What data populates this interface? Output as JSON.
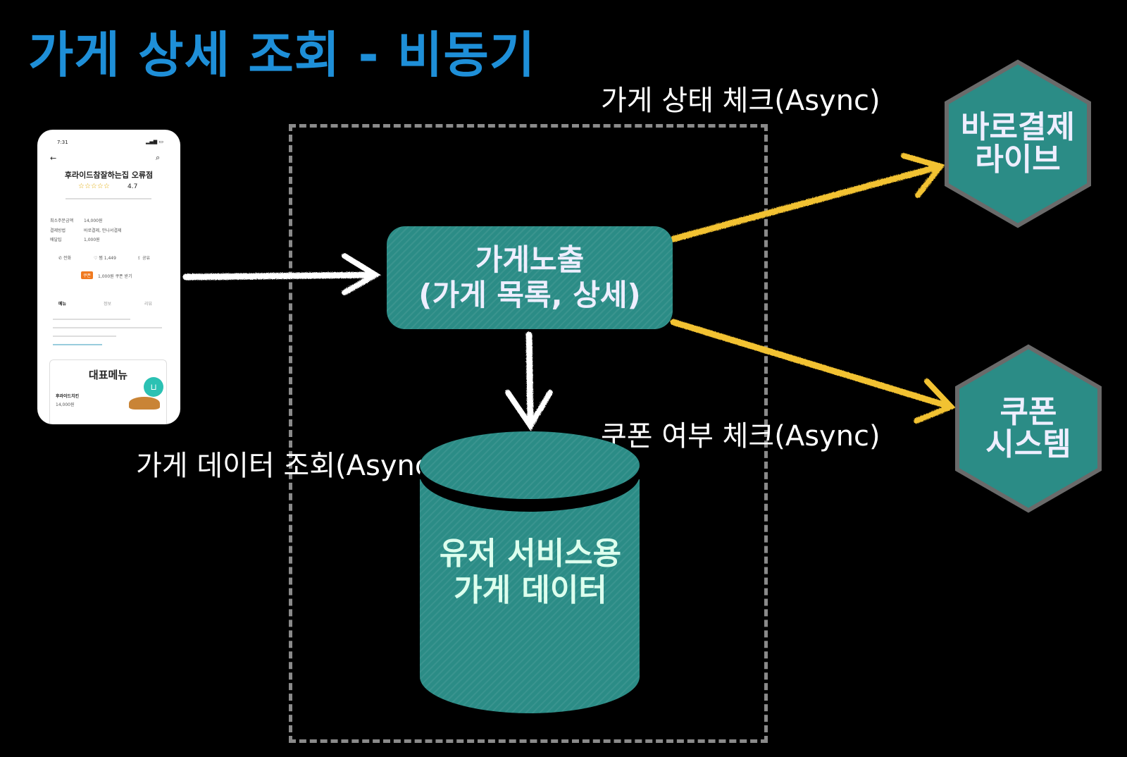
{
  "title": "가게 상세 조회 - 비동기",
  "labels": {
    "status_check": "가게 상태 체크(Async)",
    "coupon_check": "쿠폰 여부 체크(Async)",
    "store_data_query": "가게 데이터 조회(Async)"
  },
  "nodes": {
    "main": {
      "line1": "가게노출",
      "line2": "(가게 목록, 상세)"
    },
    "baro": {
      "line1": "바로결제",
      "line2": "라이브"
    },
    "coupon": {
      "line1": "쿠폰",
      "line2": "시스템"
    },
    "db": {
      "line1": "유저 서비스용",
      "line2": "가게 데이터"
    }
  },
  "phone": {
    "status_time": "7:31",
    "store_name": "후라이드참잘하는집 오류점",
    "rating": "4.7",
    "info_rows": [
      {
        "label": "최소주문금액",
        "value": "14,000원"
      },
      {
        "label": "결제방법",
        "value": "바로결제, 만나서결제"
      },
      {
        "label": "배달팁",
        "value": "1,000원"
      }
    ],
    "actions": [
      "전화",
      "찜 1,449",
      "공유"
    ],
    "coupon_badge": "쿠폰",
    "coupon_text": "1,000원 쿠폰 받기",
    "tabs": [
      "메뉴",
      "정보",
      "리뷰"
    ],
    "featured_title": "대표메뉴",
    "featured_item": "후라이드치킨",
    "featured_price": "14,000원"
  },
  "colors": {
    "title": "#1e8fd8",
    "node": "#2b8c86",
    "async_arrow": "#f2c230",
    "sync_arrow": "#ffffff",
    "boundary": "#8a8a8a"
  }
}
